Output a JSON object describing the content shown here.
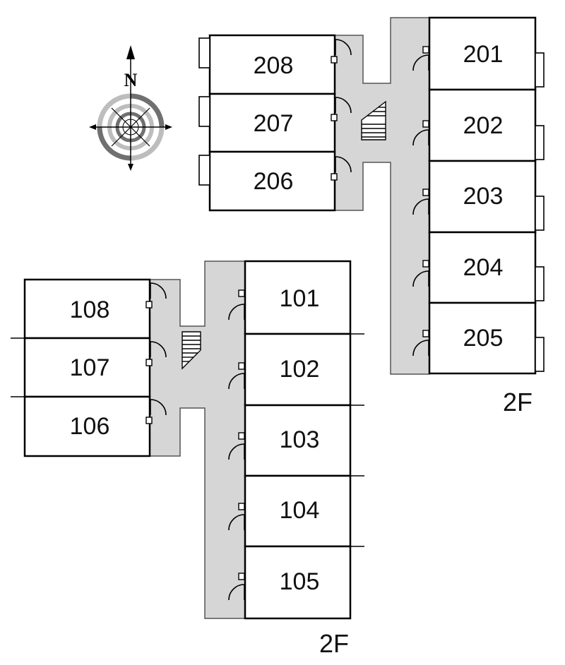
{
  "compass": {
    "north_label": "N",
    "icon": "compass-rose-icon"
  },
  "upper_block": {
    "floor_label": "2F",
    "rooms_left": [
      "208",
      "207",
      "206"
    ],
    "rooms_right": [
      "201",
      "202",
      "203",
      "204",
      "205"
    ]
  },
  "lower_block": {
    "floor_label": "2F",
    "rooms_left": [
      "108",
      "107",
      "106"
    ],
    "rooms_right": [
      "101",
      "102",
      "103",
      "104",
      "105"
    ]
  },
  "colors": {
    "corridor": "#d6d6d6",
    "wall": "#000000",
    "background": "#ffffff"
  }
}
